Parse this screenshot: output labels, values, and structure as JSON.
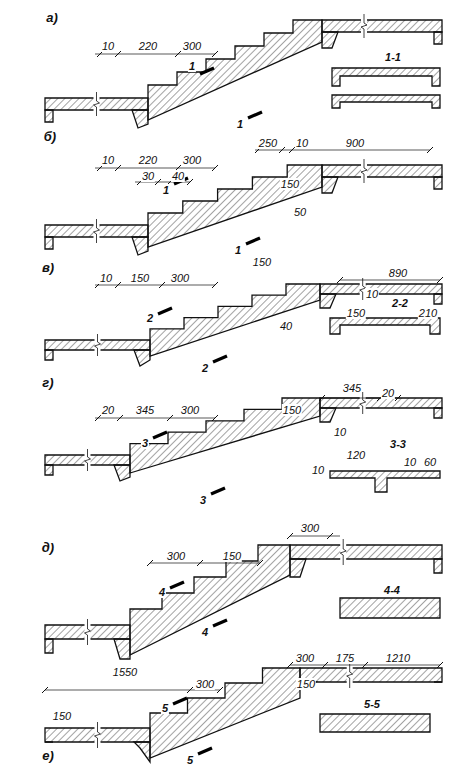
{
  "diagram": {
    "labels": [
      "а)",
      "10",
      "220",
      "300",
      "1",
      "1",
      "1-1",
      "б)",
      "250",
      "10",
      "900",
      "10",
      "220",
      "300",
      "30",
      "40",
      "150",
      "50",
      "1",
      "1",
      "в)",
      "10",
      "150",
      "300",
      "150",
      "890",
      "40",
      "2",
      "2",
      "10",
      "2-2",
      "150",
      "210",
      "г)",
      "345",
      "20",
      "20",
      "345",
      "300",
      "150",
      "10",
      "3",
      "3",
      "3-3",
      "120",
      "10",
      "60",
      "10",
      "д)",
      "300",
      "300",
      "150",
      "4",
      "4",
      "4-4",
      "е)",
      "300",
      "175",
      "1210",
      "1550",
      "300",
      "150",
      "150",
      "5",
      "5",
      "5-5"
    ]
  }
}
